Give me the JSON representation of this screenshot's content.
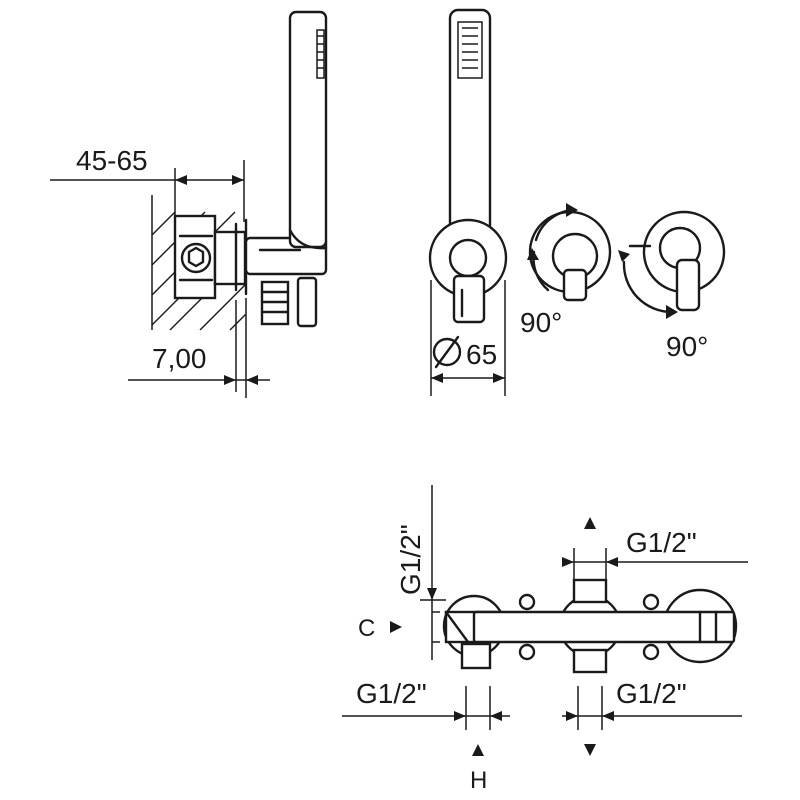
{
  "dimensions": {
    "wall_depth": "45-65",
    "projection": "7,00",
    "diameter": "65",
    "rotation_left": "90°",
    "rotation_right": "90°",
    "thread_vertical": "G1/2\"",
    "thread_top_right": "G1/2\"",
    "thread_bottom_left": "G1/2\"",
    "thread_bottom_right": "G1/2\"",
    "port_c": "C",
    "port_h": "H"
  }
}
